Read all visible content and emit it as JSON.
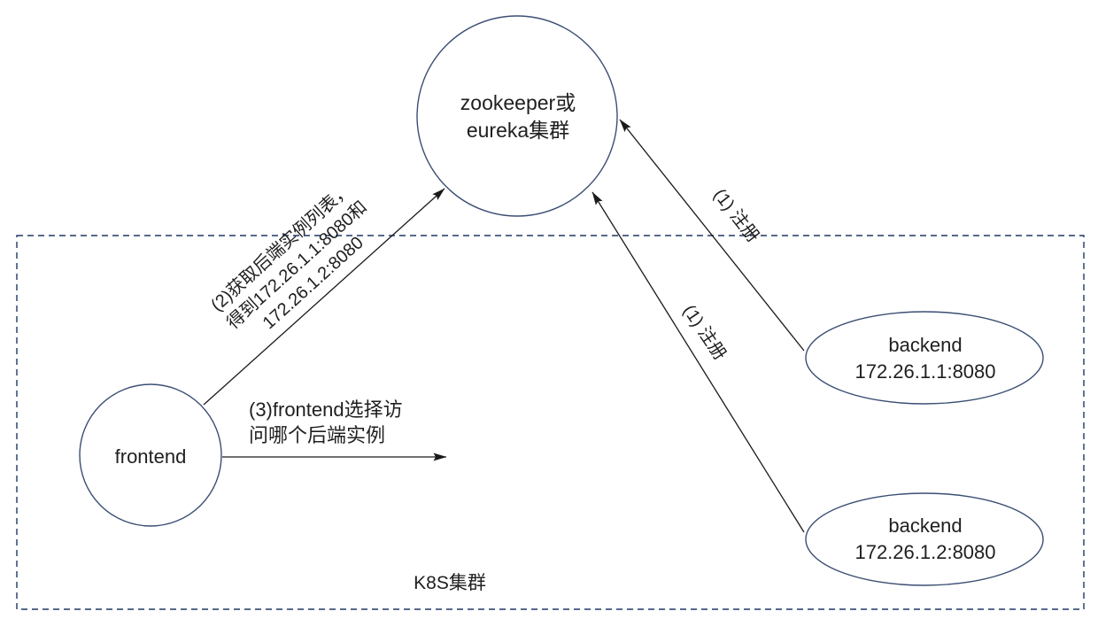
{
  "diagram": {
    "nodes": {
      "registry": {
        "label": "zookeeper或\neureka集群",
        "shape": "circle"
      },
      "frontend": {
        "label": "frontend",
        "shape": "circle"
      },
      "backend1": {
        "label": "backend\n172.26.1.1:8080",
        "shape": "ellipse"
      },
      "backend2": {
        "label": "backend\n172.26.1.2:8080",
        "shape": "ellipse"
      },
      "cluster": {
        "label": "K8S集群",
        "shape": "dashed-rect"
      }
    },
    "edges": {
      "register1": {
        "label": "(1) 注册",
        "from": "backend1",
        "to": "registry"
      },
      "register2": {
        "label": "(1) 注册",
        "from": "backend2",
        "to": "registry"
      },
      "fetch": {
        "label": "(2)获取后端实例列表，\n得到172.26.1.1:8080和\n172.26.1.2:8080",
        "from": "frontend",
        "to": "registry"
      },
      "choose": {
        "label": "(3)frontend选择访\n问哪个后端实例",
        "from": "frontend",
        "to": "backends"
      }
    },
    "colors": {
      "shape_stroke": "#3A4E73",
      "cluster_border": "#1F3864",
      "arrow": "#1a1a1a",
      "text": "#1f1f1f"
    }
  }
}
